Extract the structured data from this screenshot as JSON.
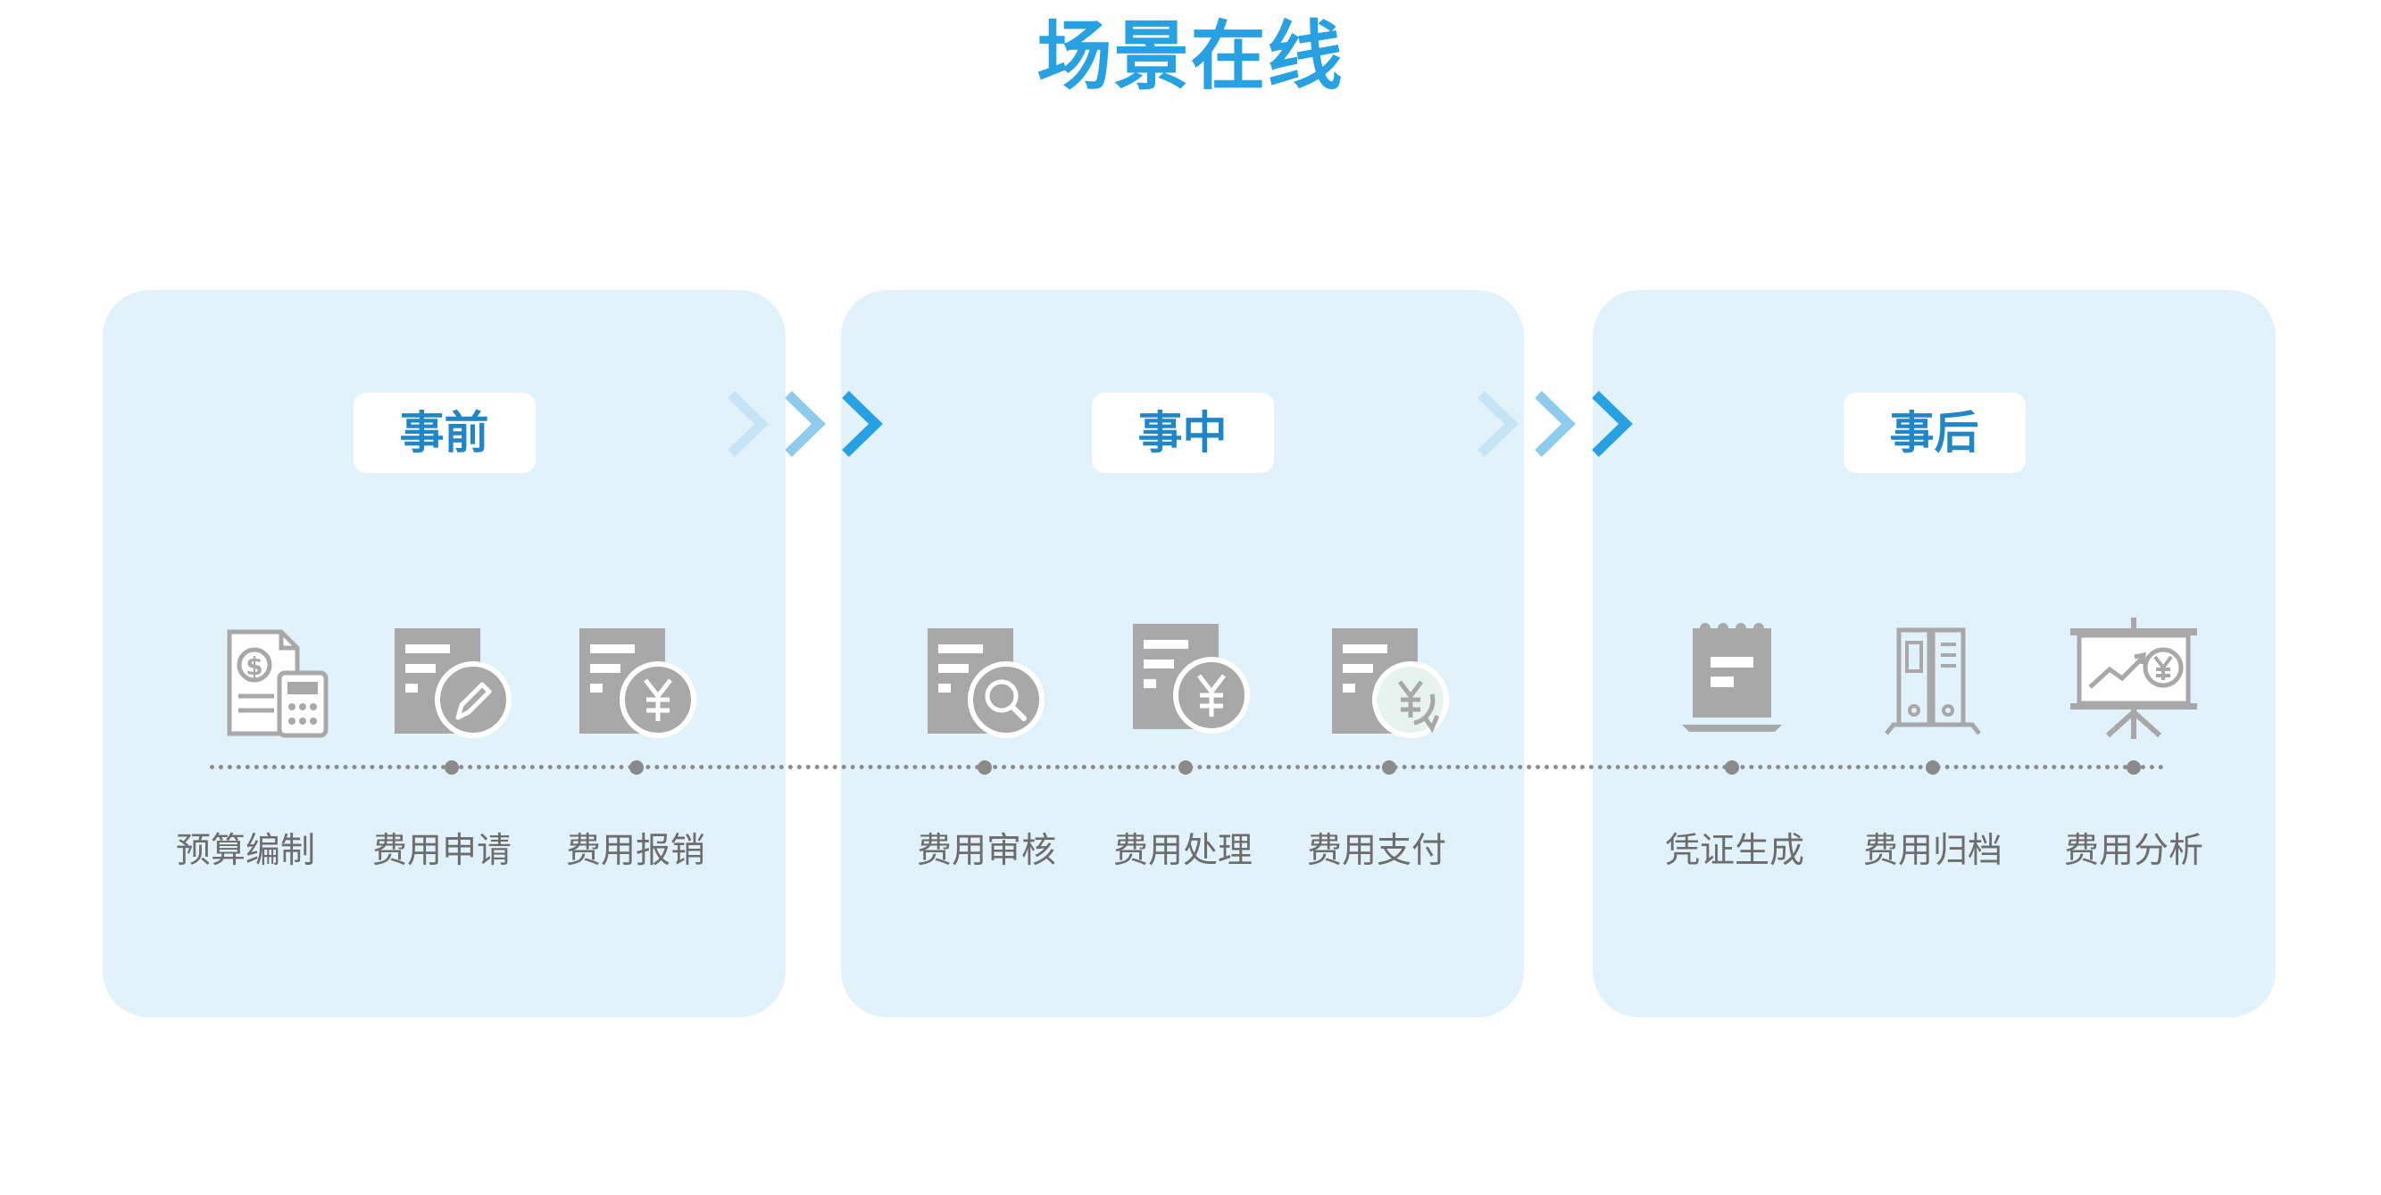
{
  "title": "场景在线",
  "colors": {
    "accent": "#27a1e1",
    "panel": "#e1f2fa",
    "icon": "#a8a8a8"
  },
  "phases": [
    {
      "label": "事前"
    },
    {
      "label": "事中"
    },
    {
      "label": "事后"
    }
  ],
  "steps": [
    {
      "label": "预算编制",
      "icon": "budget-calculator-icon"
    },
    {
      "label": "费用申请",
      "icon": "document-pencil-icon"
    },
    {
      "label": "费用报销",
      "icon": "document-yuan-icon"
    },
    {
      "label": "费用审核",
      "icon": "document-search-icon"
    },
    {
      "label": "费用处理",
      "icon": "document-yuan-icon"
    },
    {
      "label": "费用支付",
      "icon": "document-payment-icon"
    },
    {
      "label": "凭证生成",
      "icon": "notepad-voucher-icon"
    },
    {
      "label": "费用归档",
      "icon": "binder-archive-icon"
    },
    {
      "label": "费用分析",
      "icon": "presentation-chart-icon"
    }
  ]
}
